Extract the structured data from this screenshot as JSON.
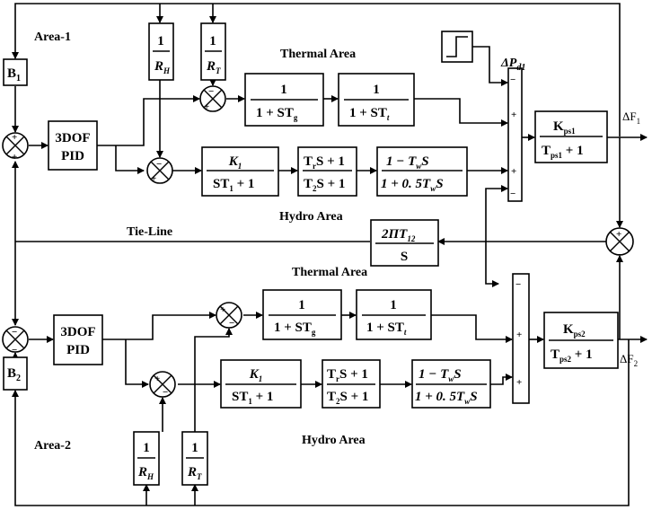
{
  "labels": {
    "area1": "Area-1",
    "area2": "Area-2",
    "thermal1": "Thermal Area",
    "hydro1": "Hydro Area",
    "thermal2": "Thermal Area",
    "hydro2": "Hydro Area",
    "tieline": "Tie-Line",
    "dpd1": "ΔP",
    "dpd1_sub": "d1",
    "df1": "ΔF",
    "df1_sub": "1",
    "df2": "ΔF",
    "df2_sub": "2"
  },
  "blocks": {
    "b1": {
      "main": "B",
      "sub": "1"
    },
    "b2": {
      "main": "B",
      "sub": "2"
    },
    "pid1": {
      "line1": "3DOF",
      "line2": "PID"
    },
    "pid2": {
      "line1": "3DOF",
      "line2": "PID"
    },
    "rh": {
      "num": "1",
      "den": "R",
      "den_sub": "H"
    },
    "rt": {
      "num": "1",
      "den": "R",
      "den_sub": "T"
    },
    "gov": {
      "num": "1",
      "den": "1 + ST",
      "den_sub": "g"
    },
    "turb": {
      "num": "1",
      "den": "1 + ST",
      "den_sub": "t"
    },
    "hgov": {
      "num": "K",
      "num_sub": "1",
      "den": "ST",
      "den_sub": "1",
      "den_tail": " + 1"
    },
    "lead": {
      "num_a": "T",
      "num_a_sub": "r",
      "num_b": "S + 1",
      "den": "T",
      "den_sub": "2",
      "den_tail": "S + 1"
    },
    "penstock": {
      "num": "1 − T",
      "num_sub": "w",
      "num_tail": "S",
      "den": "1 + 0. 5T",
      "den_sub": "w",
      "den_tail": "S"
    },
    "ps1": {
      "num": "K",
      "num_sub": "ps1",
      "den": "T",
      "den_sub": "ps1",
      "den_tail": " + 1"
    },
    "ps2": {
      "num": "K",
      "num_sub": "ps2",
      "den": "T",
      "den_sub": "ps2",
      "den_tail": " + 1"
    },
    "tie": {
      "num": "2ΠT",
      "num_sub": "12",
      "den": "S"
    }
  },
  "signs": {
    "plus": "+",
    "minus": "−"
  }
}
